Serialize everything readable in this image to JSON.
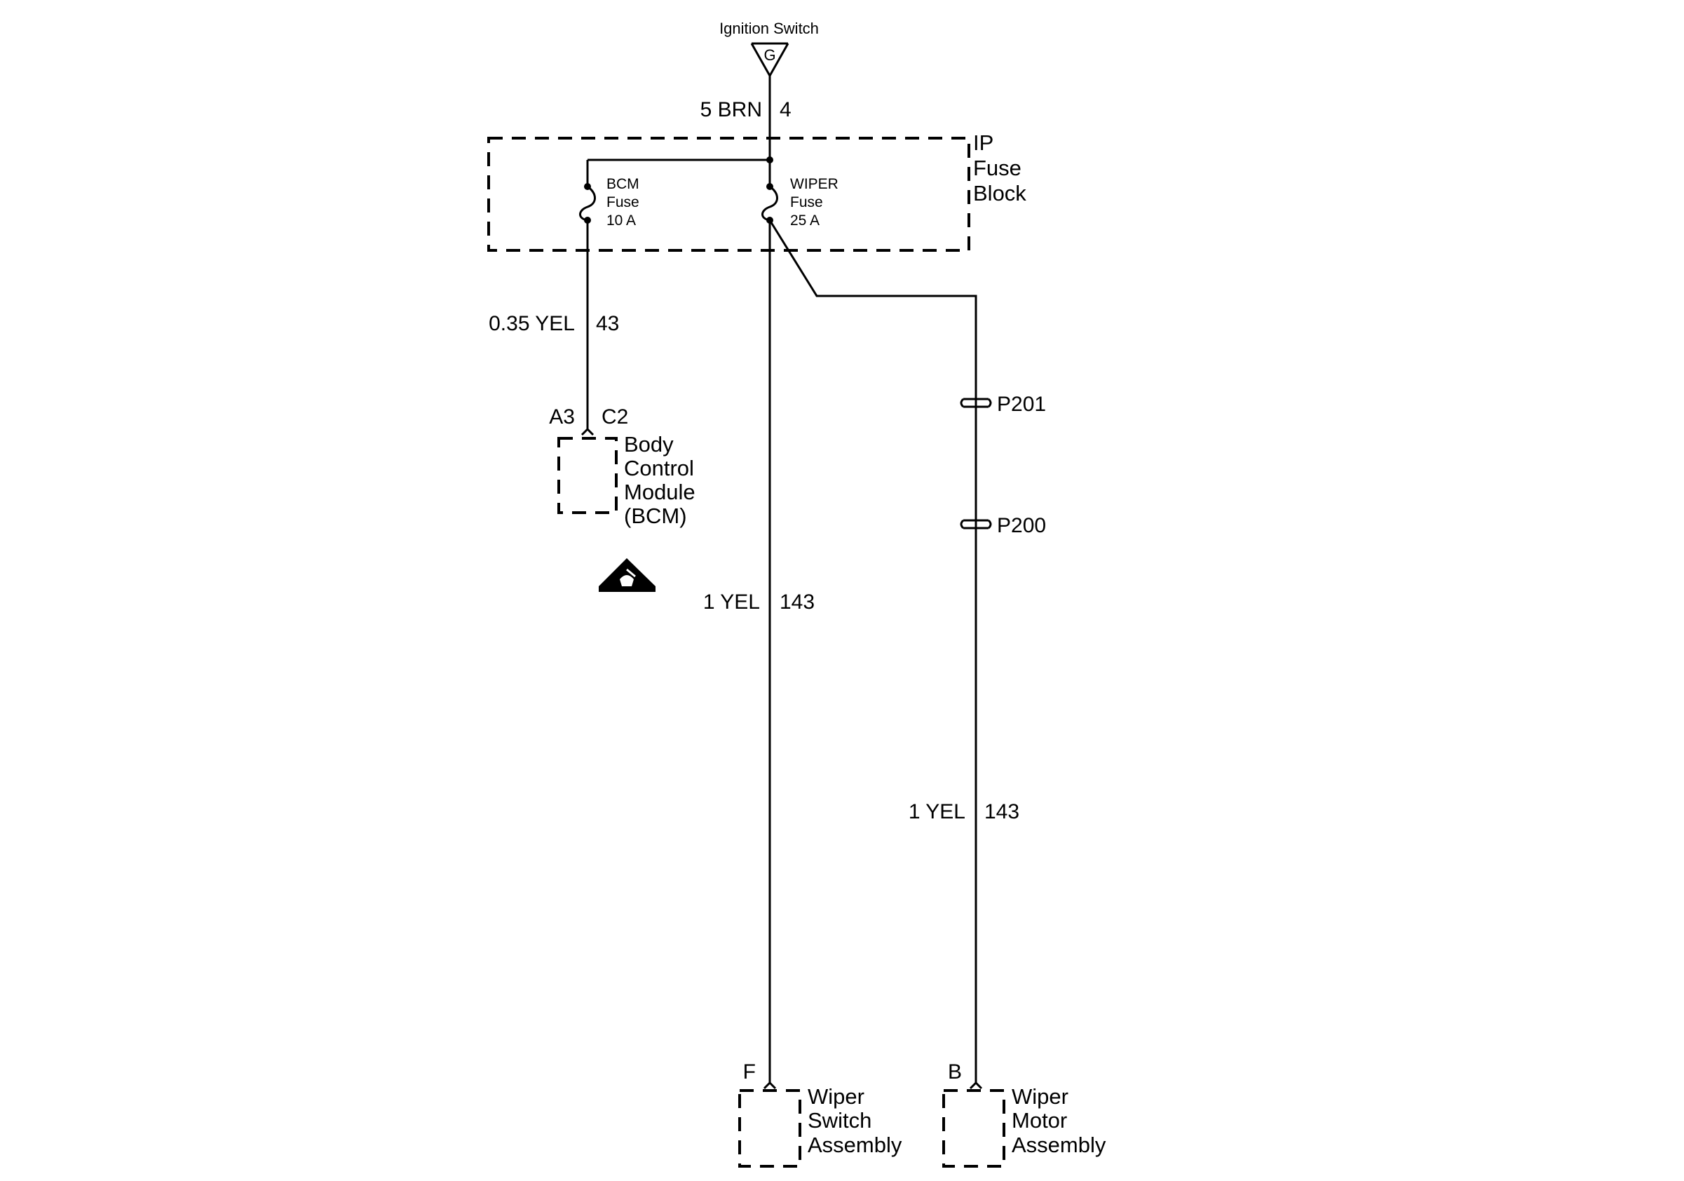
{
  "ignition": {
    "label": "Ignition Switch",
    "pin": "G"
  },
  "feed_wire": {
    "gauge_color": "5 BRN",
    "circuit": "4"
  },
  "fuse_block": {
    "label_lines": [
      "IP",
      "Fuse",
      "Block"
    ],
    "bcm_fuse": {
      "lines": [
        "BCM",
        "Fuse",
        "10 A"
      ]
    },
    "wiper_fuse": {
      "lines": [
        "WIPER",
        "Fuse",
        "25 A"
      ]
    }
  },
  "bcm_wire": {
    "gauge_color": "0.35 YEL",
    "circuit": "43"
  },
  "bcm": {
    "pin": "A3",
    "connector": "C2",
    "label_lines": [
      "Body",
      "Control",
      "Module",
      "(BCM)"
    ],
    "esd_icon": "esd-warning-icon"
  },
  "wiper_switch_wire": {
    "gauge_color": "1 YEL",
    "circuit": "143"
  },
  "wiper_motor_wire": {
    "gauge_color": "1 YEL",
    "circuit": "143"
  },
  "connectors": {
    "p201": "P201",
    "p200": "P200"
  },
  "wiper_switch": {
    "pin": "F",
    "label_lines": [
      "Wiper",
      "Switch",
      "Assembly"
    ]
  },
  "wiper_motor": {
    "pin": "B",
    "label_lines": [
      "Wiper",
      "Motor",
      "Assembly"
    ]
  }
}
